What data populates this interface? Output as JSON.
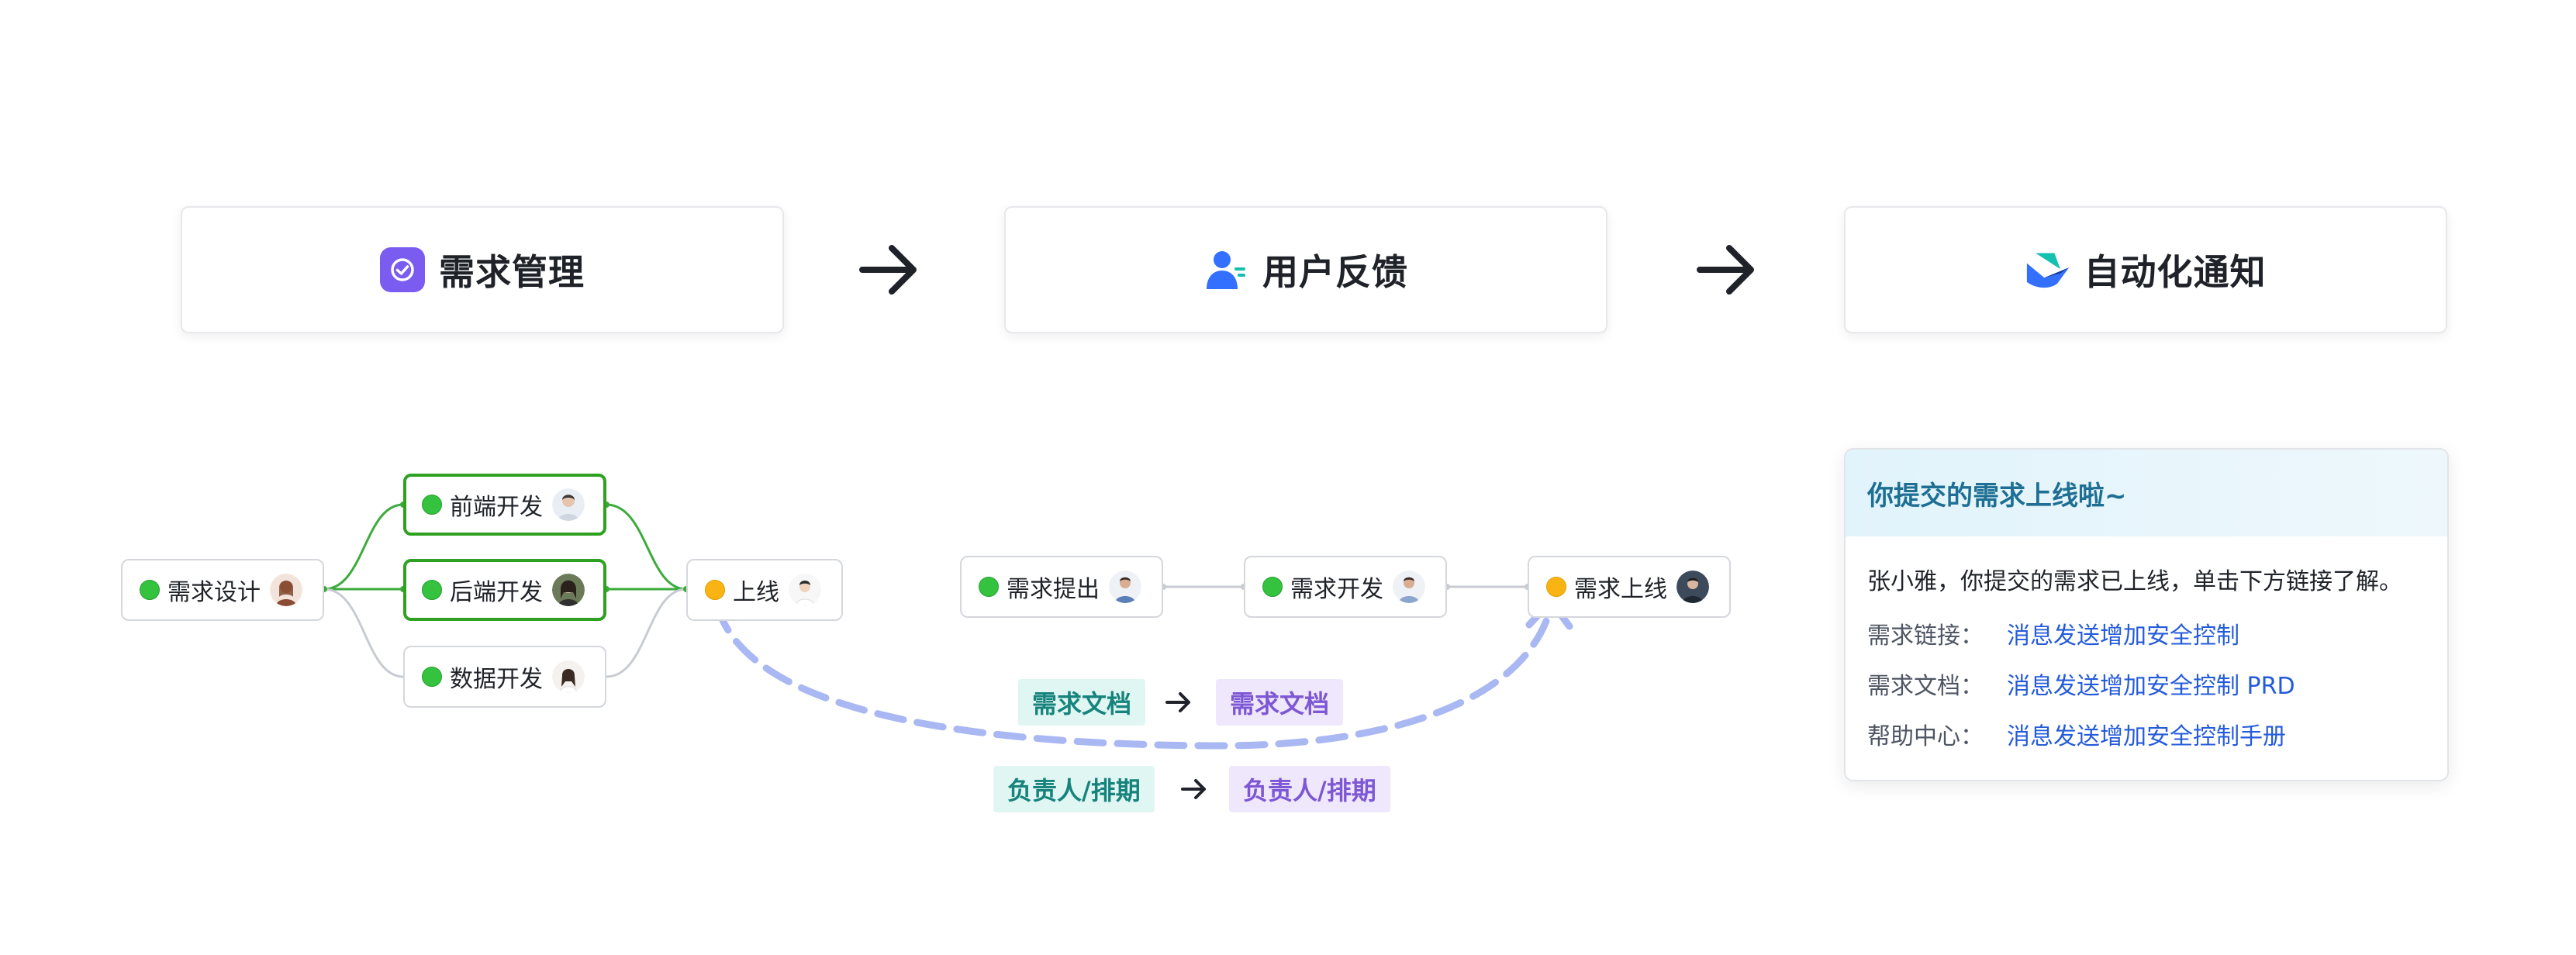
{
  "top_cards": [
    {
      "title": "需求管理",
      "icon": "check-badge-icon"
    },
    {
      "title": "用户反馈",
      "icon": "user-feedback-icon"
    },
    {
      "title": "自动化通知",
      "icon": "feishu-logo-icon"
    }
  ],
  "requirement_flow": {
    "start": {
      "label": "需求设计",
      "status": "green"
    },
    "branches": [
      {
        "label": "前端开发",
        "status": "green",
        "active": true
      },
      {
        "label": "后端开发",
        "status": "green",
        "active": true
      },
      {
        "label": "数据开发",
        "status": "green",
        "active": false
      }
    ],
    "end": {
      "label": "上线",
      "status": "orange"
    }
  },
  "feedback_flow": [
    {
      "label": "需求提出",
      "status": "green"
    },
    {
      "label": "需求开发",
      "status": "green"
    },
    {
      "label": "需求上线",
      "status": "orange"
    }
  ],
  "mapping": [
    {
      "from": "需求文档",
      "to": "需求文档"
    },
    {
      "from": "负责人/排期",
      "to": "负责人/排期"
    }
  ],
  "notification": {
    "header": "你提交的需求上线啦~",
    "message": "张小雅，你提交的需求已上线，单击下方链接了解。",
    "rows": [
      {
        "key": "需求链接：",
        "value": "消息发送增加安全控制"
      },
      {
        "key": "需求文档：",
        "value": "消息发送增加安全控制 PRD"
      },
      {
        "key": "帮助中心：",
        "value": "消息发送增加安全控制手册"
      }
    ]
  },
  "colors": {
    "accent_purple": "#7b5cf0",
    "accent_blue": "#3370ff",
    "status_green": "#34c23f",
    "status_orange": "#f9b414",
    "link": "#245bdb",
    "dashed_arrow": "#a9b8f2"
  }
}
